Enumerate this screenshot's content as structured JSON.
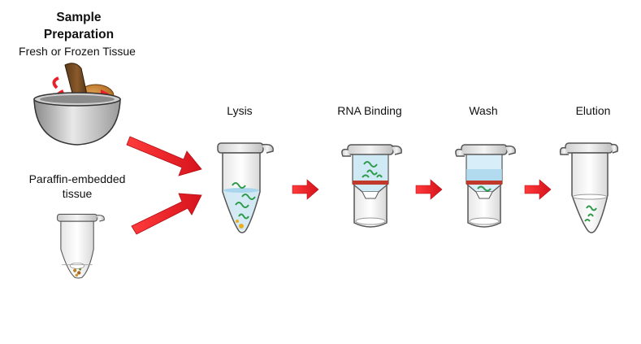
{
  "sample_prep": {
    "title_line1": "Sample",
    "title_line2": "Preparation",
    "fresh_label": "Fresh or Frozen Tissue",
    "paraffin_label_line1": "Paraffin-embedded",
    "paraffin_label_line2": "tissue"
  },
  "steps": [
    {
      "label": "Lysis"
    },
    {
      "label": "RNA Binding"
    },
    {
      "label": "Wash"
    },
    {
      "label": "Elution"
    }
  ],
  "colors": {
    "arrow": "#e8202a",
    "column_band": "#c0392b",
    "rna": "#2e9a4a",
    "buffer": "#bfe3f2",
    "tissue": "#b07a30"
  }
}
